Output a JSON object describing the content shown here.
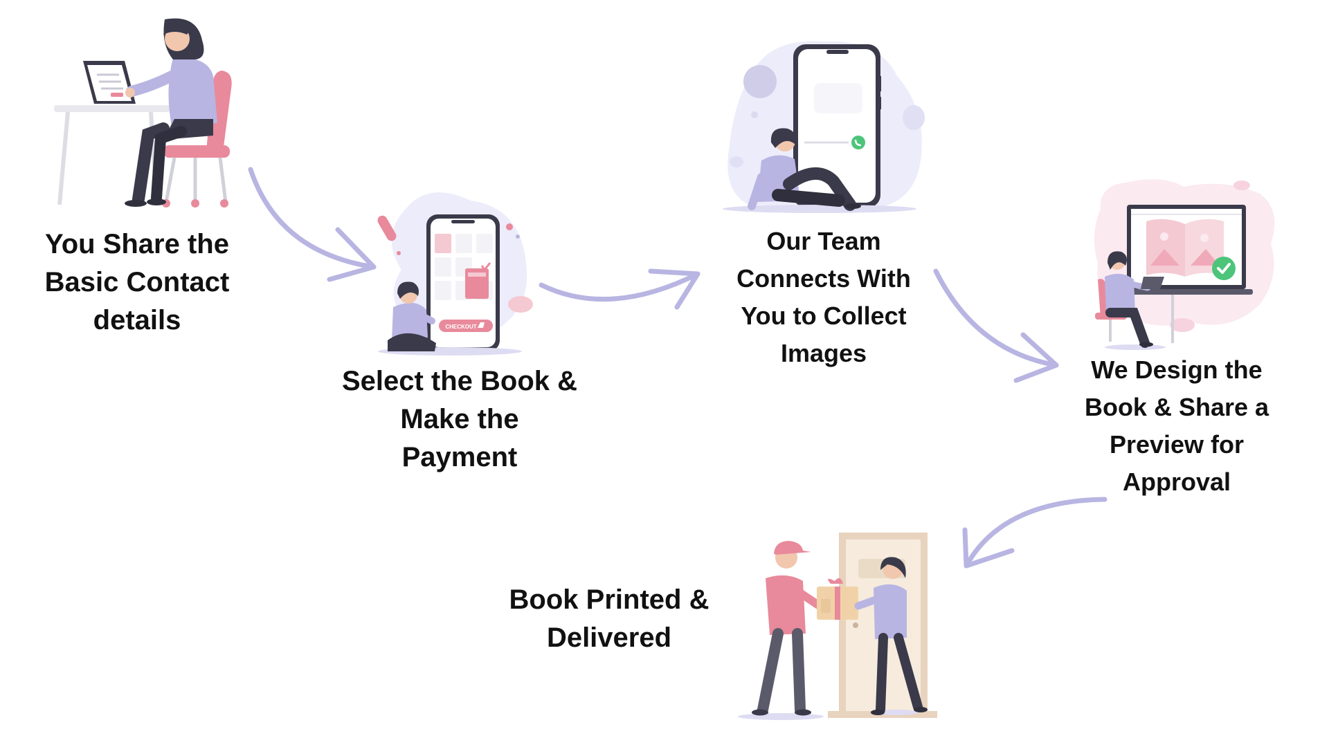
{
  "diagram": {
    "type": "process-flow",
    "steps": [
      {
        "id": "share-contact",
        "label_lines": [
          "You Share the",
          "Basic Contact",
          "details"
        ]
      },
      {
        "id": "select-book",
        "label_lines": [
          "Select the Book &",
          "Make the",
          "Payment"
        ]
      },
      {
        "id": "team-connects",
        "label_lines": [
          "Our Team",
          "Connects With",
          "You to Collect",
          "Images"
        ]
      },
      {
        "id": "design-preview",
        "label_lines": [
          "We Design the",
          "Book & Share a",
          "Preview for",
          "Approval"
        ]
      },
      {
        "id": "printed-delivered",
        "label_lines": [
          "Book Printed &",
          "Delivered"
        ]
      }
    ],
    "checkout_button_label": "CHECKOUT",
    "colors": {
      "lavender": "#B8B5E2",
      "lavender_dark": "#9E9AD4",
      "pink": "#E88A9B",
      "blush": "#F4C9D2",
      "green": "#4CC47A",
      "dark": "#3A3A4A",
      "tan": "#E8D3BE"
    }
  }
}
